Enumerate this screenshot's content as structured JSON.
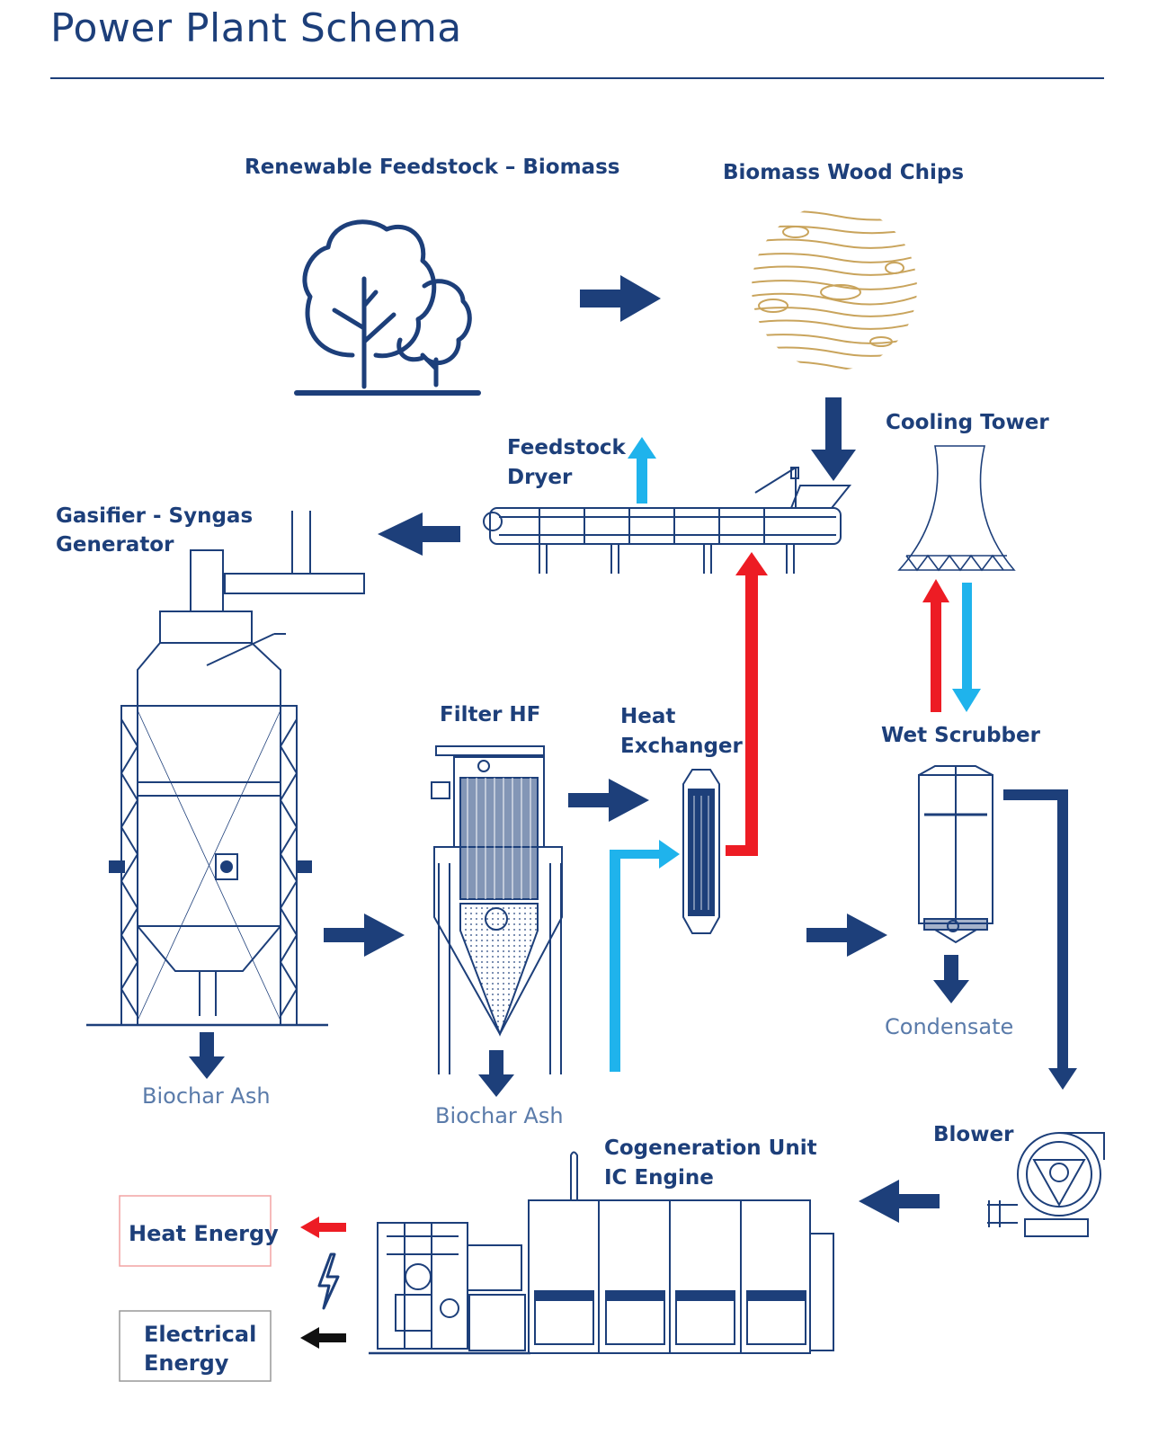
{
  "page": {
    "title": "Power Plant Schema"
  },
  "labels": {
    "feedstock": "Renewable Feedstock – Biomass",
    "wood_chips": "Biomass Wood Chips",
    "cooling_tower": "Cooling Tower",
    "feedstock_dryer_1": "Feedstock",
    "feedstock_dryer_2": "Dryer",
    "gasifier_1": "Gasifier - Syngas",
    "gasifier_2": "Generator",
    "filter": "Filter HF",
    "heat_exchanger_1": "Heat",
    "heat_exchanger_2": "Exchanger",
    "wet_scrubber": "Wet Scrubber",
    "condensate": "Condensate",
    "biochar_ash_1": "Biochar Ash",
    "biochar_ash_2": "Biochar Ash",
    "blower": "Blower",
    "cogen_1": "Cogeneration Unit",
    "cogen_2": "IC Engine",
    "heat_energy": "Heat Energy",
    "electrical_energy_1": "Electrical",
    "electrical_energy_2": "Energy"
  },
  "colors": {
    "primary": "#1d3f7a",
    "light_blue": "#1fb3ec",
    "red": "#ed1c24",
    "wood": "#c9a45c",
    "box_heat_border": "#f2a3a3",
    "box_elec_border": "#999999"
  }
}
